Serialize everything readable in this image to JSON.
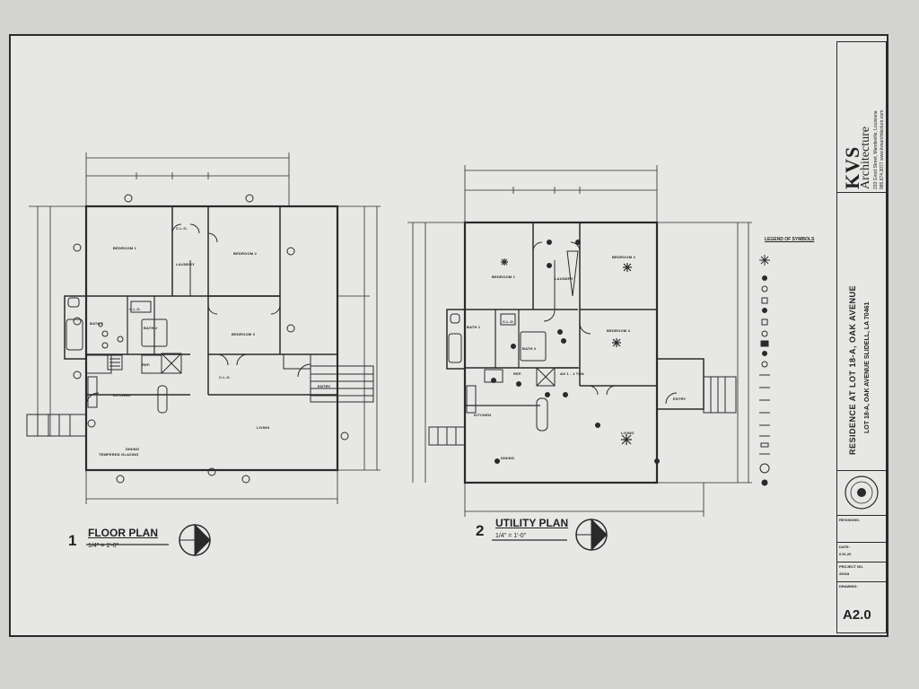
{
  "drawings": {
    "floor_plan": {
      "number": "1",
      "title": "FLOOR PLAN",
      "scale": "1/4\" = 1'-0\"",
      "rooms": {
        "bedroom1": "BEDROOM 1",
        "bedroom2": "BEDROOM 2",
        "bedroom3": "BEDROOM 3",
        "bath1": "BATH 1",
        "bath2": "BATH 2",
        "closet1": "C.L.O.",
        "closet2": "C.L.O.",
        "closet3": "C.L.O.",
        "laundry": "LAUNDRY",
        "ref": "REF.",
        "kitchen": "KITCHEN",
        "dining": "DINING",
        "glazing": "TEMPERED GLAZING",
        "living": "LIVING",
        "entry": "ENTRY"
      }
    },
    "utility_plan": {
      "number": "2",
      "title": "UTILITY PLAN",
      "scale": "1/4\" = 1'-0\"",
      "rooms": {
        "bedroom1": "BEDROOM 1",
        "bedroom2": "BEDROOM 2",
        "bedroom3": "BEDROOM 3",
        "bath1": "BATH 1",
        "bath2": "BATH 2",
        "closet": "C.L.O.",
        "laundry": "LAUNDRY",
        "ref": "REF.",
        "ahu": "AH 1 - 1 TON",
        "kitchen": "KITCHEN",
        "dining": "DINING",
        "living": "LIVING",
        "entry": "ENTRY"
      }
    },
    "legend": {
      "title": "LEGEND OF SYMBOLS"
    }
  },
  "title_block": {
    "firm": "KVS",
    "firm_sub": "Architecture",
    "address1": "233 Girod Street, Mandeville, Louisiana",
    "address2": "985.674.3077 www.kvsarchitecture.com",
    "project_title": "RESIDENCE AT LOT 18-A, OAK AVENUE",
    "project_address": "LOT 18-A, OAK AVENUE SLIDELL, LA 70461",
    "revisions_label": "REVISIONS:",
    "date_label": "DATE:",
    "date": "6.01.20",
    "project_no_label": "PROJECT NO.",
    "project_no": "20018",
    "drawing_label": "DRAWING:",
    "sheet": "A2.0"
  },
  "colors": {
    "background": "#d3d4d1",
    "sheet": "#e7e8e5",
    "ink": "#2a2a2a"
  }
}
